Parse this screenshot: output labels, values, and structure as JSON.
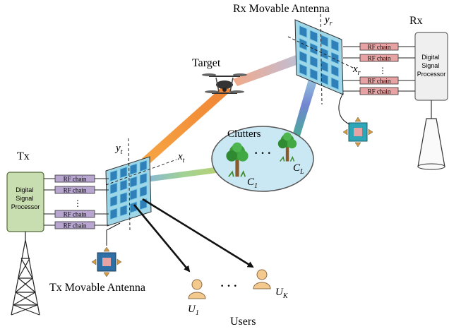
{
  "labels": {
    "rx_title": "Rx Movable Antenna",
    "rx": "Rx",
    "tx": "Tx",
    "target": "Target",
    "clutters": "Clutters",
    "clutter_1": "C",
    "clutter_1_sub": "1",
    "clutter_L": "C",
    "clutter_L_sub": "L",
    "dots": "· · ·",
    "tx_title": "Tx Movable Antenna",
    "users": "Users",
    "user_1": "U",
    "user_1_sub": "1",
    "user_K": "U",
    "user_K_sub": "K",
    "axis_yt": "y",
    "axis_yt_sub": "t",
    "axis_xt": "x",
    "axis_xt_sub": "t",
    "axis_yr": "y",
    "axis_yr_sub": "r",
    "axis_xr": "x",
    "axis_xr_sub": "r"
  },
  "processor": {
    "line1": "Digital",
    "line2": "Signal",
    "line3": "Processor"
  },
  "rf_chain_label": "RF chain",
  "vdots": "⋮",
  "colors": {
    "tx_processor": "#c9deb0",
    "rx_processor": "#efefef",
    "rf_tx": "#b8a6d1",
    "rf_rx": "#e7a3a3",
    "clutter_ellipse": "#c9e8f3",
    "antenna_panel": "#9fd6e8"
  }
}
